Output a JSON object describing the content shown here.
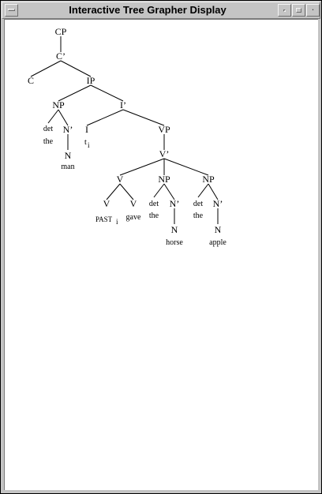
{
  "window": {
    "title": "Interactive Tree Grapher Display"
  },
  "tree": {
    "cp": "CP",
    "cbar": "C’",
    "c": "C",
    "ip": "IP",
    "np_subj": "NP",
    "det_subj": "det",
    "the_subj": "the",
    "nbar_subj": "N’",
    "n_subj": "N",
    "man": "man",
    "ibar": "I’",
    "i": "I",
    "trace": "t",
    "trace_index": "i",
    "vp": "VP",
    "vbar": "V’",
    "v_complex": "V",
    "v_past": "V",
    "past": "PAST",
    "past_index": "i",
    "v_gave": "V",
    "gave": "gave",
    "np_obj1": "NP",
    "det_obj1": "det",
    "the_obj1": "the",
    "nbar_obj1": "N’",
    "n_obj1": "N",
    "horse": "horse",
    "np_obj2": "NP",
    "det_obj2": "det",
    "the_obj2": "the",
    "nbar_obj2": "N’",
    "n_obj2": "N",
    "apple": "apple"
  }
}
